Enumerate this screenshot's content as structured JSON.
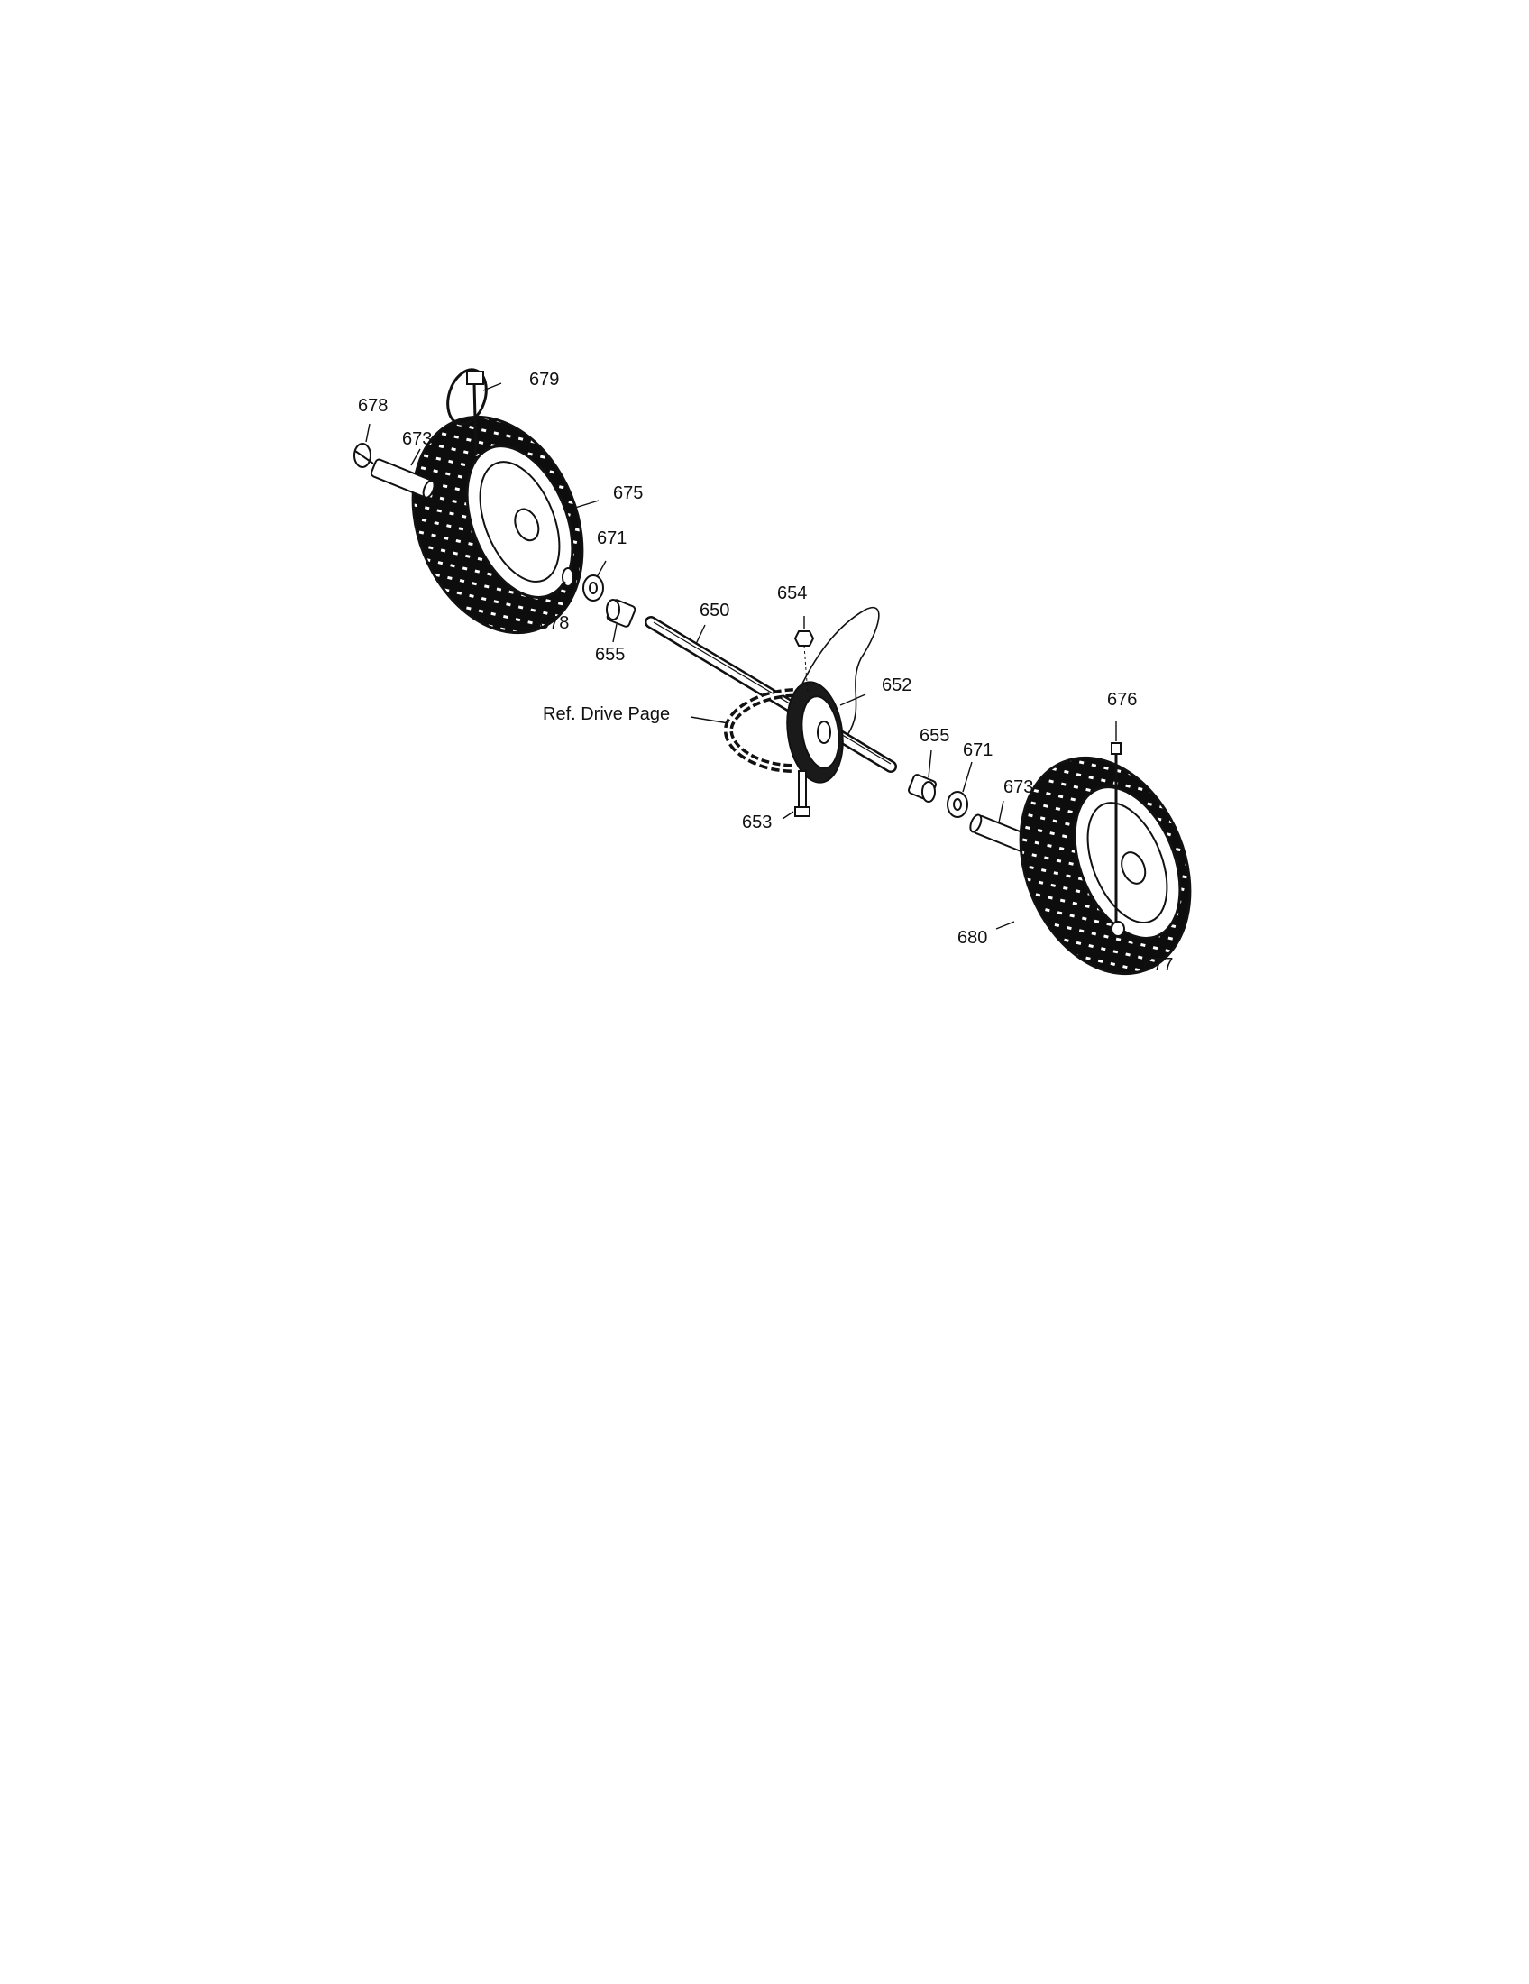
{
  "diagram": {
    "type": "exploded-parts-diagram",
    "colors": {
      "ink": "#111111",
      "paper": "#ffffff"
    },
    "callouts": {
      "p678_left": "678",
      "p673_left": "673",
      "p679": "679",
      "p675": "675",
      "p671_left": "671",
      "p678_mid": "678",
      "p655_left": "655",
      "p650": "650",
      "p654": "654",
      "p652": "652",
      "ref_drive": "Ref. Drive Page",
      "p655_right": "655",
      "p671_right": "671",
      "p673_right": "673",
      "p676": "676",
      "p653": "653",
      "p680": "680",
      "p677": "677"
    }
  }
}
